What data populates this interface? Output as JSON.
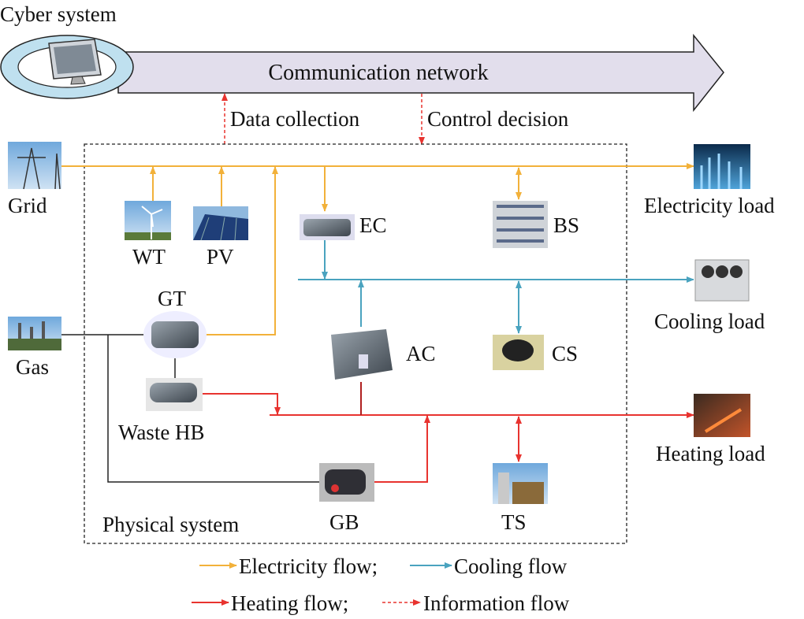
{
  "colors": {
    "electricity": "#f2b13a",
    "cooling": "#4aa3bf",
    "heating": "#e8332f",
    "information": "#e8332f",
    "network_fill": "#e2deec",
    "ring_fill": "#bfe0ef"
  },
  "cyber": {
    "title": "Cyber system",
    "network": "Communication network",
    "data_collection": "Data collection",
    "control_decision": "Control decision"
  },
  "physical": {
    "title": "Physical system"
  },
  "nodes": {
    "grid": "Grid",
    "gas": "Gas",
    "wt": "WT",
    "pv": "PV",
    "gt": "GT",
    "waste_hb": "Waste HB",
    "ec": "EC",
    "bs": "BS",
    "ac": "AC",
    "cs": "CS",
    "gb": "GB",
    "ts": "TS",
    "electricity_load": "Electricity load",
    "cooling_load": "Cooling load",
    "heating_load": "Heating load"
  },
  "icons": {
    "monitor": "computer-monitor-icon"
  },
  "legend": {
    "electricity": "Electricity flow;",
    "cooling": "Cooling flow",
    "heating": "Heating flow;",
    "information": "Information flow"
  }
}
